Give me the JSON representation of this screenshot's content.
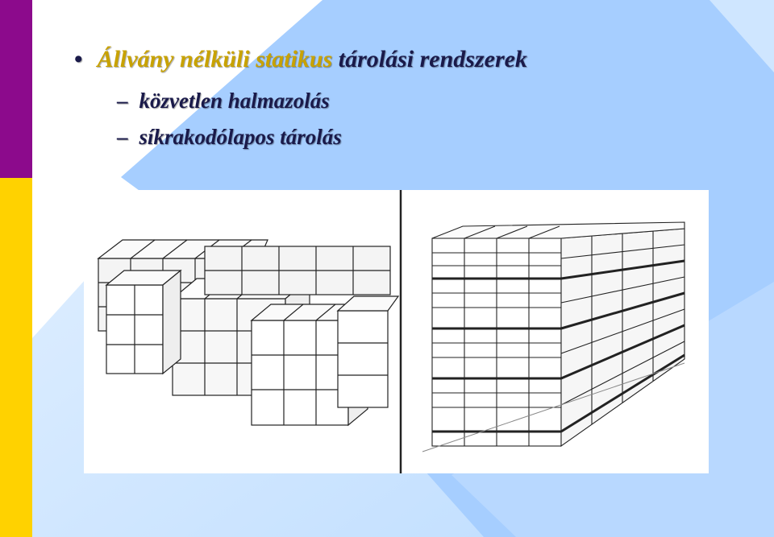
{
  "slide": {
    "title_accent": "Állvány nélküli statikus",
    "title_rest": " tárolási rendszerek",
    "bullets": [
      {
        "dash": "–",
        "text": "közvetlen halmazolás"
      },
      {
        "dash": "–",
        "text": "síkrakodólapos tárolás"
      }
    ],
    "bullet_symbol": "•"
  },
  "colors": {
    "sidebar_top": "#8c0a8c",
    "sidebar_bottom": "#ffd200",
    "background_light": "#cfe6ff",
    "background_blue": "#9fcaff",
    "title_accent": "#c8a200",
    "text_dark": "#1a1a4a"
  },
  "figure": {
    "left_panel": "direct-stacking-illustration",
    "right_panel": "pallet-stacking-illustration"
  }
}
